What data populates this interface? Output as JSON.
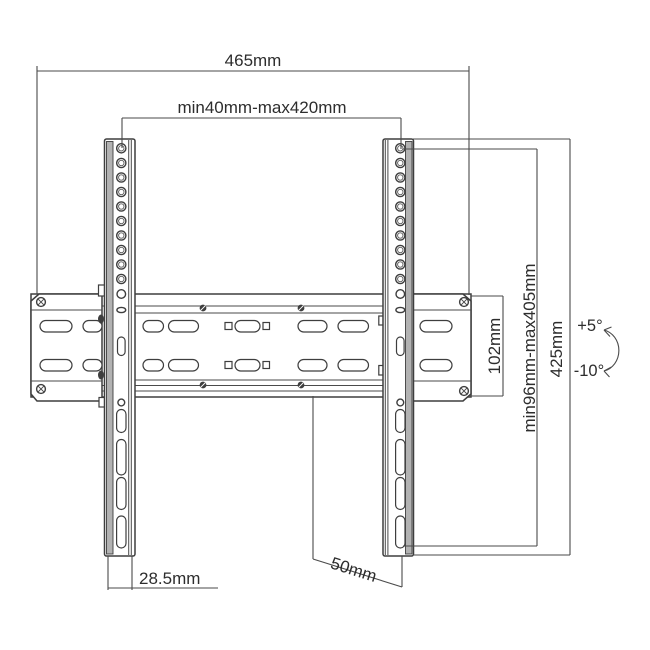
{
  "figure": {
    "type": "technical-dimension-diagram",
    "subject": "TV wall-mount bracket dimension drawing",
    "background_color": "#ffffff",
    "line_color": "#3e3e3e",
    "shade_color": "#b2b2b2",
    "text_color": "#2d2d2d",
    "dimensions": {
      "overall_width": "465mm",
      "mount_width_range": "min40mm-max420mm",
      "wall_plate_height": "102mm",
      "mount_height_range": "min96mm-max405mm",
      "bracket_height": "425mm",
      "bracket_width": "28.5mm",
      "depth": "50mm",
      "tilt_up": "+5°",
      "tilt_down": "-10°"
    }
  }
}
